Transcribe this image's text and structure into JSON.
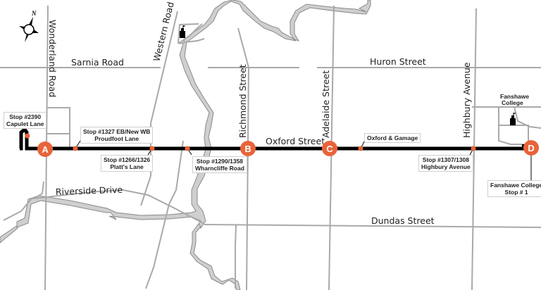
{
  "map": {
    "compass": {
      "north_label": "N",
      "icon": "compass-rose-icon"
    },
    "streets": {
      "wonderland": "Wonderland Road",
      "sarnia": "Sarnia Road",
      "western": "Western Road",
      "huron": "Huron Street",
      "richmond": "Richmond Street",
      "adelaide": "Adelaide Street",
      "highbury": "Highbury Avenue",
      "oxford": "Oxford Street",
      "riverside": "Riverside Drive",
      "dundas": "Dundas Street"
    },
    "landmarks": {
      "fanshawe_college": "Fanshawe College",
      "university_icon": "building-flag-icon"
    },
    "route": {
      "color": "#000000",
      "marker_color": "#e8643a",
      "markers": [
        {
          "id": "A",
          "label": "A"
        },
        {
          "id": "B",
          "label": "B"
        },
        {
          "id": "C",
          "label": "C"
        },
        {
          "id": "D",
          "label": "D"
        }
      ],
      "stops": [
        {
          "line1": "Stop #2390",
          "line2": "Capulet Lane"
        },
        {
          "line1": "Stop #1327 EB/New WB",
          "line2": "Proudfoot Lane"
        },
        {
          "line1": "Stop #1266/1326",
          "line2": "Platt's Lane"
        },
        {
          "line1": "Stop #1290/1358",
          "line2": "Wharncliffe Road"
        },
        {
          "line1": "Oxford & Gamage",
          "line2": ""
        },
        {
          "line1": "Stop #1307/1308",
          "line2": "Highbury Avenue"
        },
        {
          "line1": "Fanshawe College",
          "line2": "Stop # 1"
        }
      ]
    },
    "colors": {
      "road": "#a9a9a9",
      "river_fill": "#cfcfcf",
      "stop_dot": "#e8643a"
    }
  }
}
